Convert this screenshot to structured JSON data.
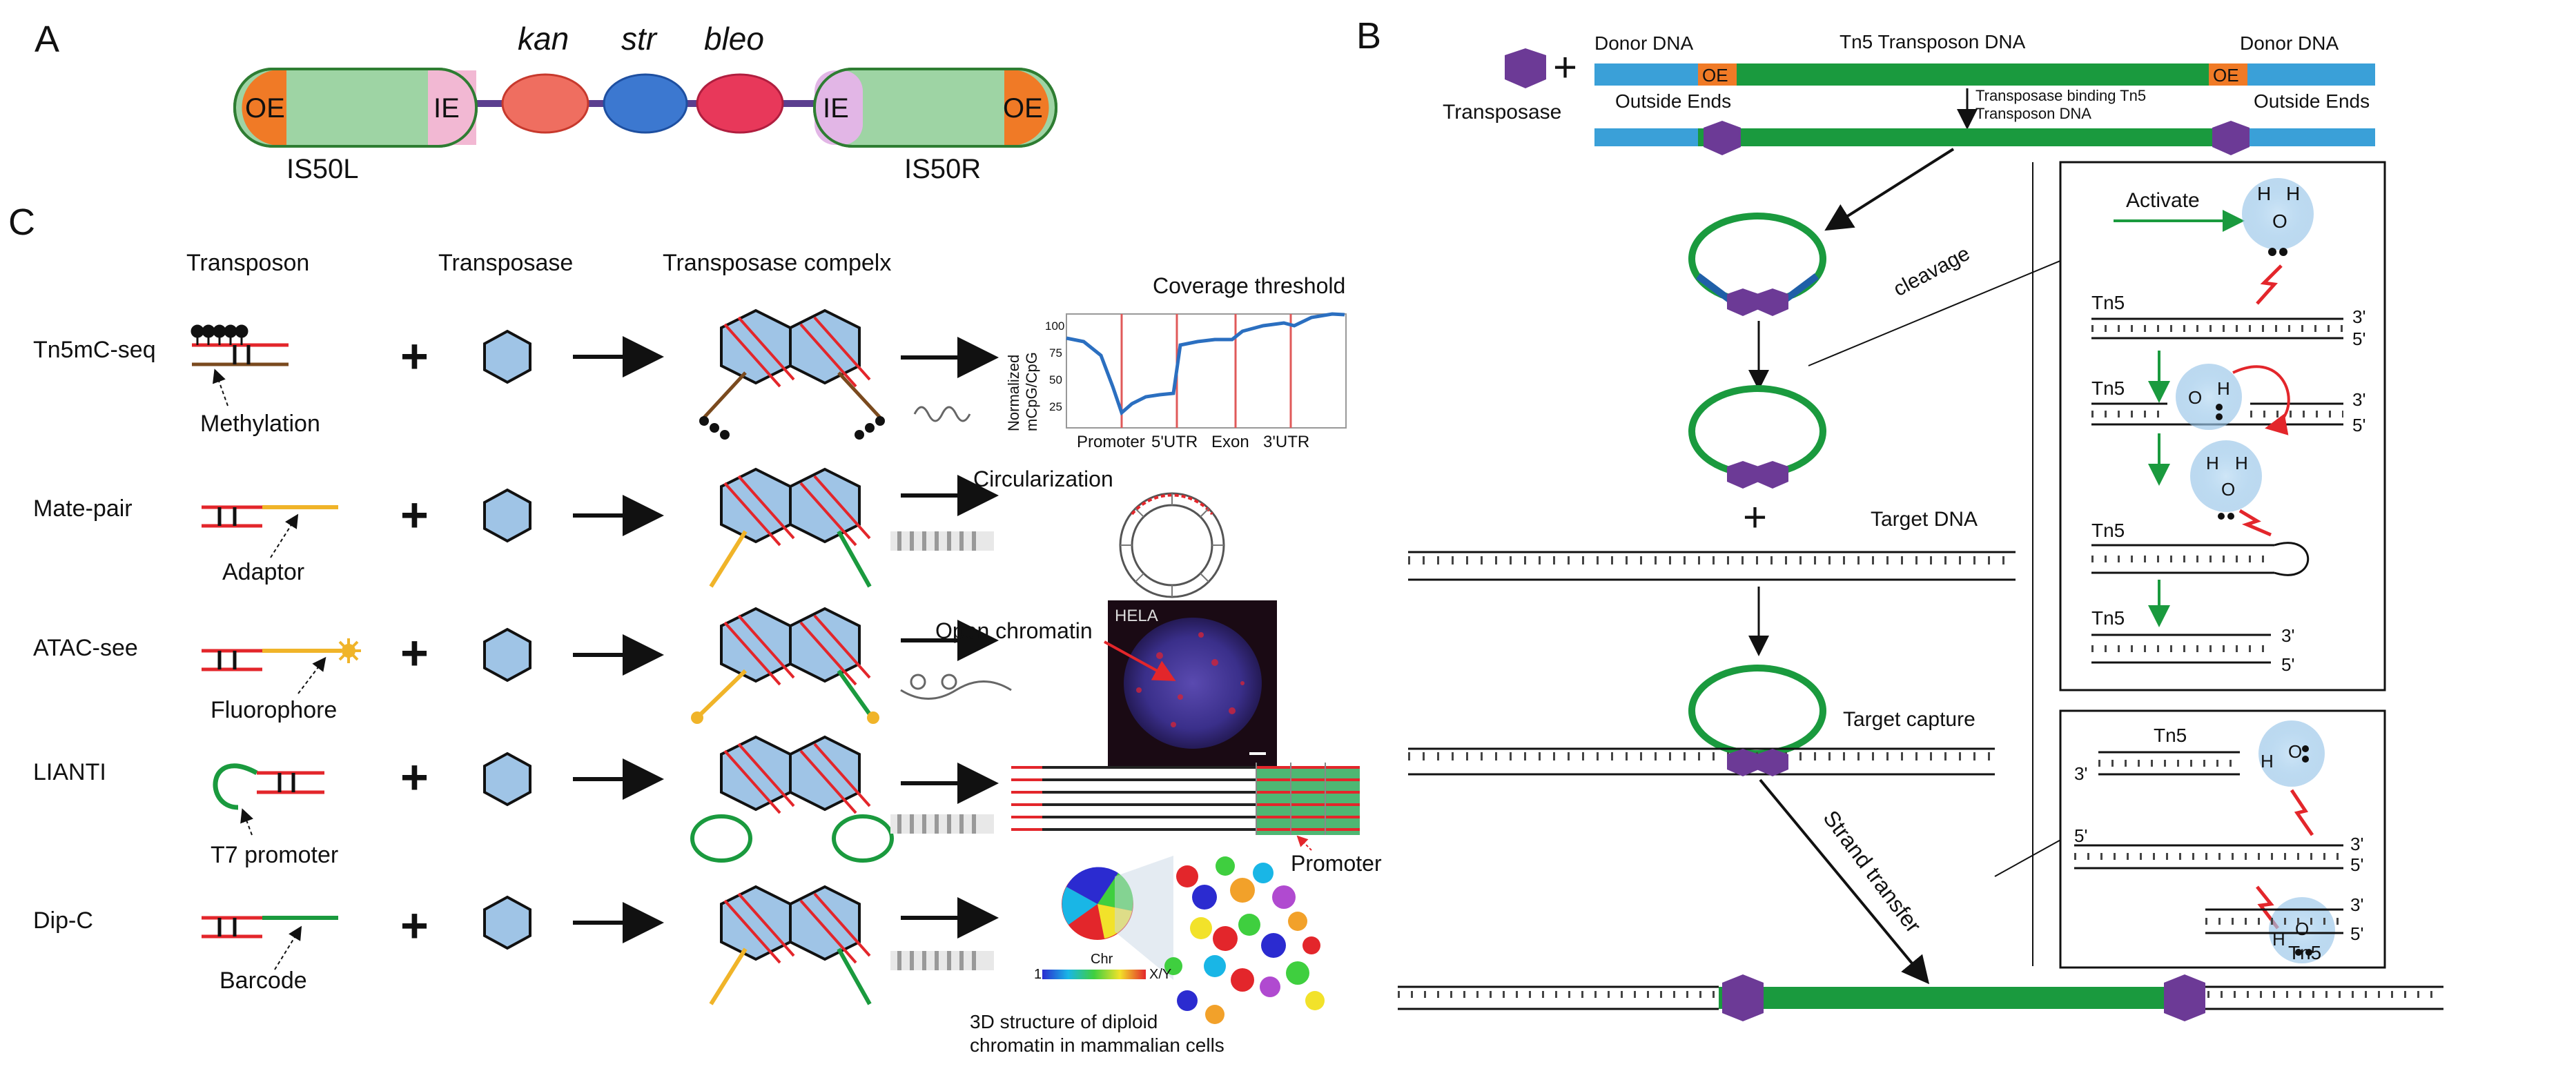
{
  "panel_letters": {
    "a": "A",
    "b": "B",
    "c": "C"
  },
  "panelA": {
    "oe_left": "OE",
    "ie_left": "IE",
    "ie_right": "IE",
    "oe_right": "OE",
    "is50l": "IS50L",
    "is50r": "IS50R",
    "kan": "kan",
    "str": "str",
    "bleo": "bleo"
  },
  "panelC": {
    "headers": {
      "transposon": "Transposon",
      "transposase": "Transposase",
      "complex": "Transposase compelx"
    },
    "rows": [
      {
        "name": "Tn5mC-seq",
        "annotation": "Methylation"
      },
      {
        "name": "Mate-pair",
        "annotation": "Adaptor"
      },
      {
        "name": "ATAC-see",
        "annotation": "Fluorophore"
      },
      {
        "name": "LIANTI",
        "annotation": "T7 promoter"
      },
      {
        "name": "Dip-C",
        "annotation": "Barcode"
      }
    ],
    "plus": "+",
    "coverage": {
      "title": "Coverage threshold",
      "ylabel_1": "Normalized",
      "ylabel_2": "mCpG/CpG",
      "yticks": [
        "100",
        "75",
        "50",
        "25"
      ],
      "xlabels": [
        "Promoter",
        "5'UTR",
        "Exon",
        "3'UTR"
      ]
    },
    "circularization": "Circularization",
    "open_chromatin": "Open chromatin",
    "hela": "HELA",
    "promoter": "Promoter",
    "chr_label": "Chr",
    "chr_min": "1",
    "chr_max": "X/Y",
    "structure_1": "3D structure of diploid",
    "structure_2": "chromatin in mammalian cells"
  },
  "panelB": {
    "transposase": "Transposase",
    "plus": "+",
    "donor_left": "Donor DNA",
    "tn5_transposon": "Tn5 Transposon DNA",
    "donor_right": "Donor DNA",
    "oe": "OE",
    "outside_left": "Outside Ends",
    "binding_1": "Transposase binding Tn5",
    "binding_2": "Transposon DNA",
    "outside_right": "Outside Ends",
    "cleavage": "cleavage",
    "target_dna": "Target DNA",
    "target_capture": "Target capture",
    "strand_transfer": "Strand transfer",
    "activate": "Activate",
    "tn5": "Tn5",
    "three_prime": "3'",
    "five_prime": "5'",
    "h": "H",
    "o": "O",
    "plus2": "+"
  },
  "colors": {
    "green": "#1a9a3e",
    "purple": "#6c3a96",
    "blue": "#3aa0d8",
    "red": "#e3262b",
    "hex_fill": "#9fc4e6",
    "orange": "#f07a26",
    "pink": "#f2b8d3"
  }
}
